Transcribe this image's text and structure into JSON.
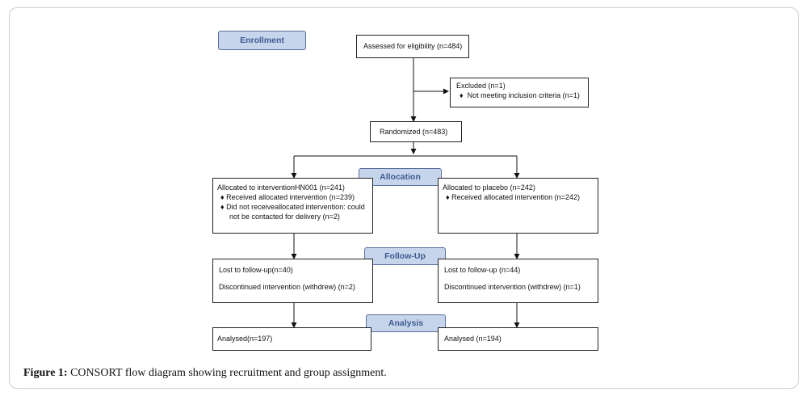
{
  "stages": {
    "enrollment": "Enrollment",
    "allocation": "Allocation",
    "follow_up": "Follow-Up",
    "analysis": "Analysis"
  },
  "assessed": "Assessed for eligibility (n=484)",
  "excluded": {
    "title": "Excluded (n=1)",
    "items": [
      "Not meeting inclusion criteria (n=1)"
    ]
  },
  "randomized": "Randomized (n=483)",
  "intervention": {
    "allocated": "Allocated to interventionHN001 (n=241)",
    "received": "Received allocated intervention (n=239)",
    "not_received_1": "Did not receiveallocated intervention: could",
    "not_received_2": "not be contacted for delivery (n=2)",
    "lost": "Lost to follow-up(n=40)",
    "discontinued": "Discontinued intervention (withdrew) (n=2)",
    "analysed": "Analysed(n=197)"
  },
  "placebo": {
    "allocated": "Allocated to placebo (n=242)",
    "received": "Received allocated intervention (n=242)",
    "lost": "Lost to follow-up (n=44)",
    "discontinued": "Discontinued intervention (withdrew) (n=1)",
    "analysed": "Analysed (n=194)"
  },
  "bullet_glyph": "♦",
  "caption": {
    "label": "Figure 1:",
    "text": " CONSORT flow diagram showing recruitment and group assignment."
  }
}
